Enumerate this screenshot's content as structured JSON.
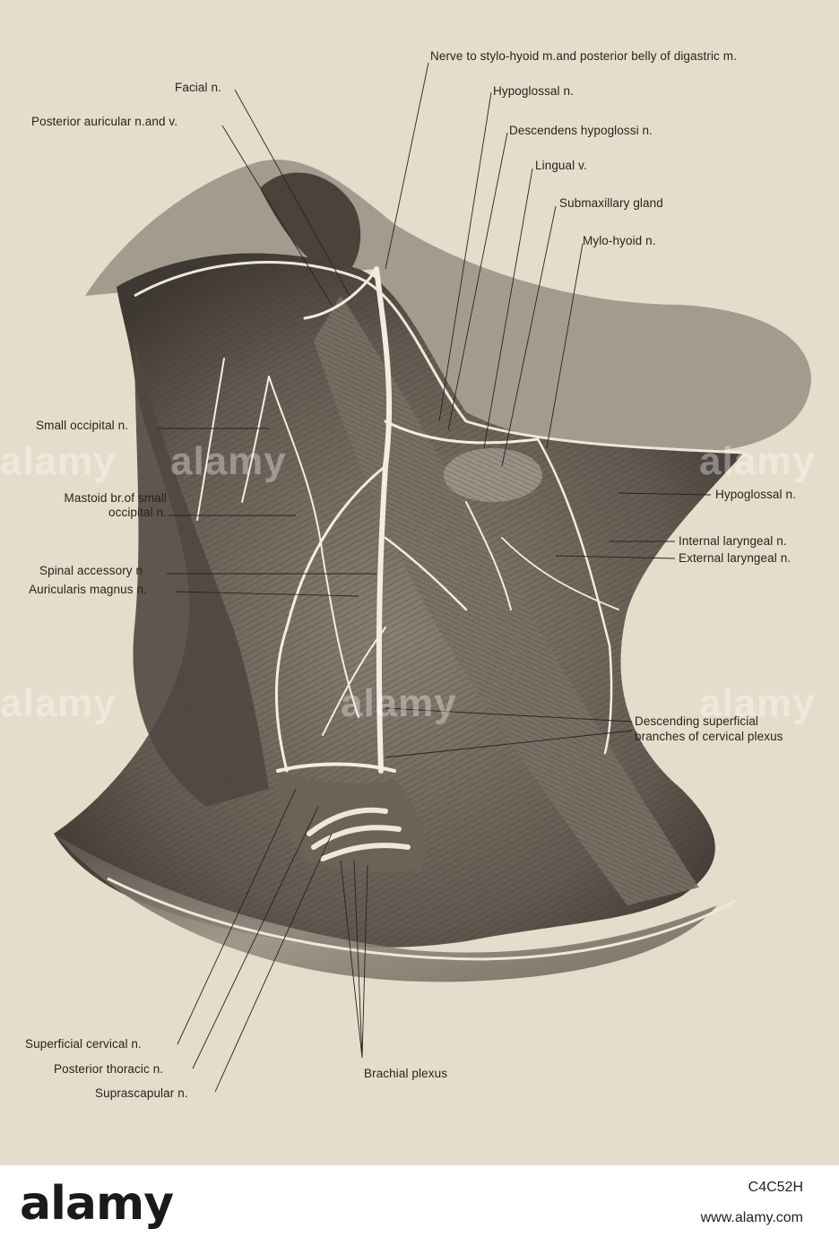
{
  "labels": {
    "nerve_stylohyoid": "Nerve to stylo-hyoid m.and posterior belly of digastric m.",
    "facial": "Facial n.",
    "hypoglossal_top": "Hypoglossal n.",
    "posterior_auricular": "Posterior auricular n.and v.",
    "descendens_hypoglossi": "Descendens hypoglossi n.",
    "lingual_v": "Lingual v.",
    "submaxillary": "Submaxillary gland",
    "mylo_hyoid": "Mylo-hyoid n.",
    "small_occipital": "Small occipital n.",
    "mastoid_1": "Mastoid br.of small",
    "mastoid_2": "occipital n.",
    "hypoglossal_right": "Hypoglossal n.",
    "internal_laryngeal": "Internal laryngeal n.",
    "external_laryngeal": "External laryngeal n.",
    "spinal_accessory": "Spinal accessory n",
    "auricularis_magnus": "Auricularis magnus n.",
    "descending_1": "Descending superficial",
    "descending_2": "branches of cervical plexus",
    "superficial_cervical": "Superficial cervical n.",
    "posterior_thoracic": "Posterior thoracic n.",
    "suprascapular": "Suprascapular n.",
    "brachial_plexus": "Brachial plexus"
  },
  "watermarks": [
    "alamy",
    "alamy",
    "alamy",
    "alamy",
    "alamy",
    "alamy"
  ],
  "footer": {
    "logo": "alamy",
    "image_id": "C4C52H",
    "url": "www.alamy.com"
  },
  "colors": {
    "paper": "#e6dccb",
    "ink": "#2a231c",
    "nerve": "#f3ede0"
  }
}
